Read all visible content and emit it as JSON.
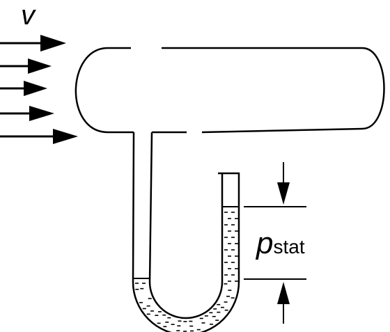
{
  "labels": {
    "velocity_symbol": "v",
    "pressure_symbol": "p",
    "pressure_subscript": "stat"
  },
  "colors": {
    "stroke": "#000000",
    "fluid_dash": "#000000",
    "background": "#ffffff"
  }
}
